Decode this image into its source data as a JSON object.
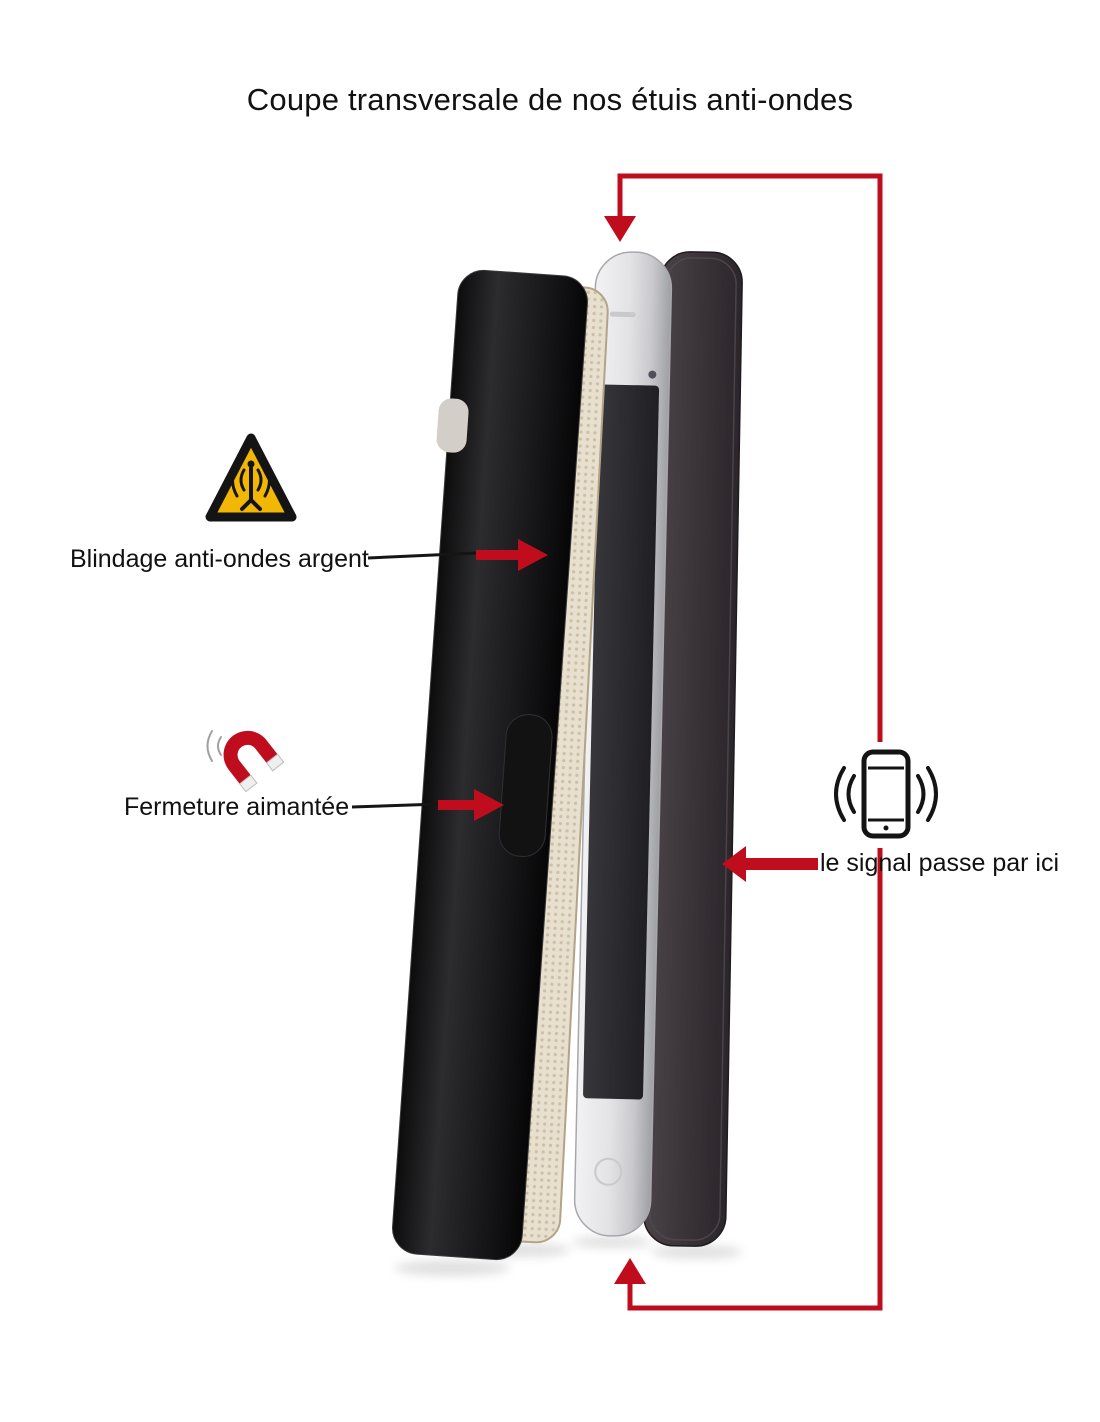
{
  "title": "Coupe transversale de nos étuis anti-ondes",
  "annotations": {
    "shielding_label": "Blindage anti-ondes argent",
    "magnet_label": "Fermeture aimantée",
    "signal_label": "le signal passe par ici"
  },
  "icons": {
    "warning": "non-ionizing-radiation-warning-icon",
    "magnet": "magnet-icon",
    "phone": "phone-signal-icon"
  },
  "colors": {
    "accent_red": "#c00d1d",
    "warning_yellow": "#f2b705",
    "text": "#111111",
    "background": "#ffffff"
  }
}
